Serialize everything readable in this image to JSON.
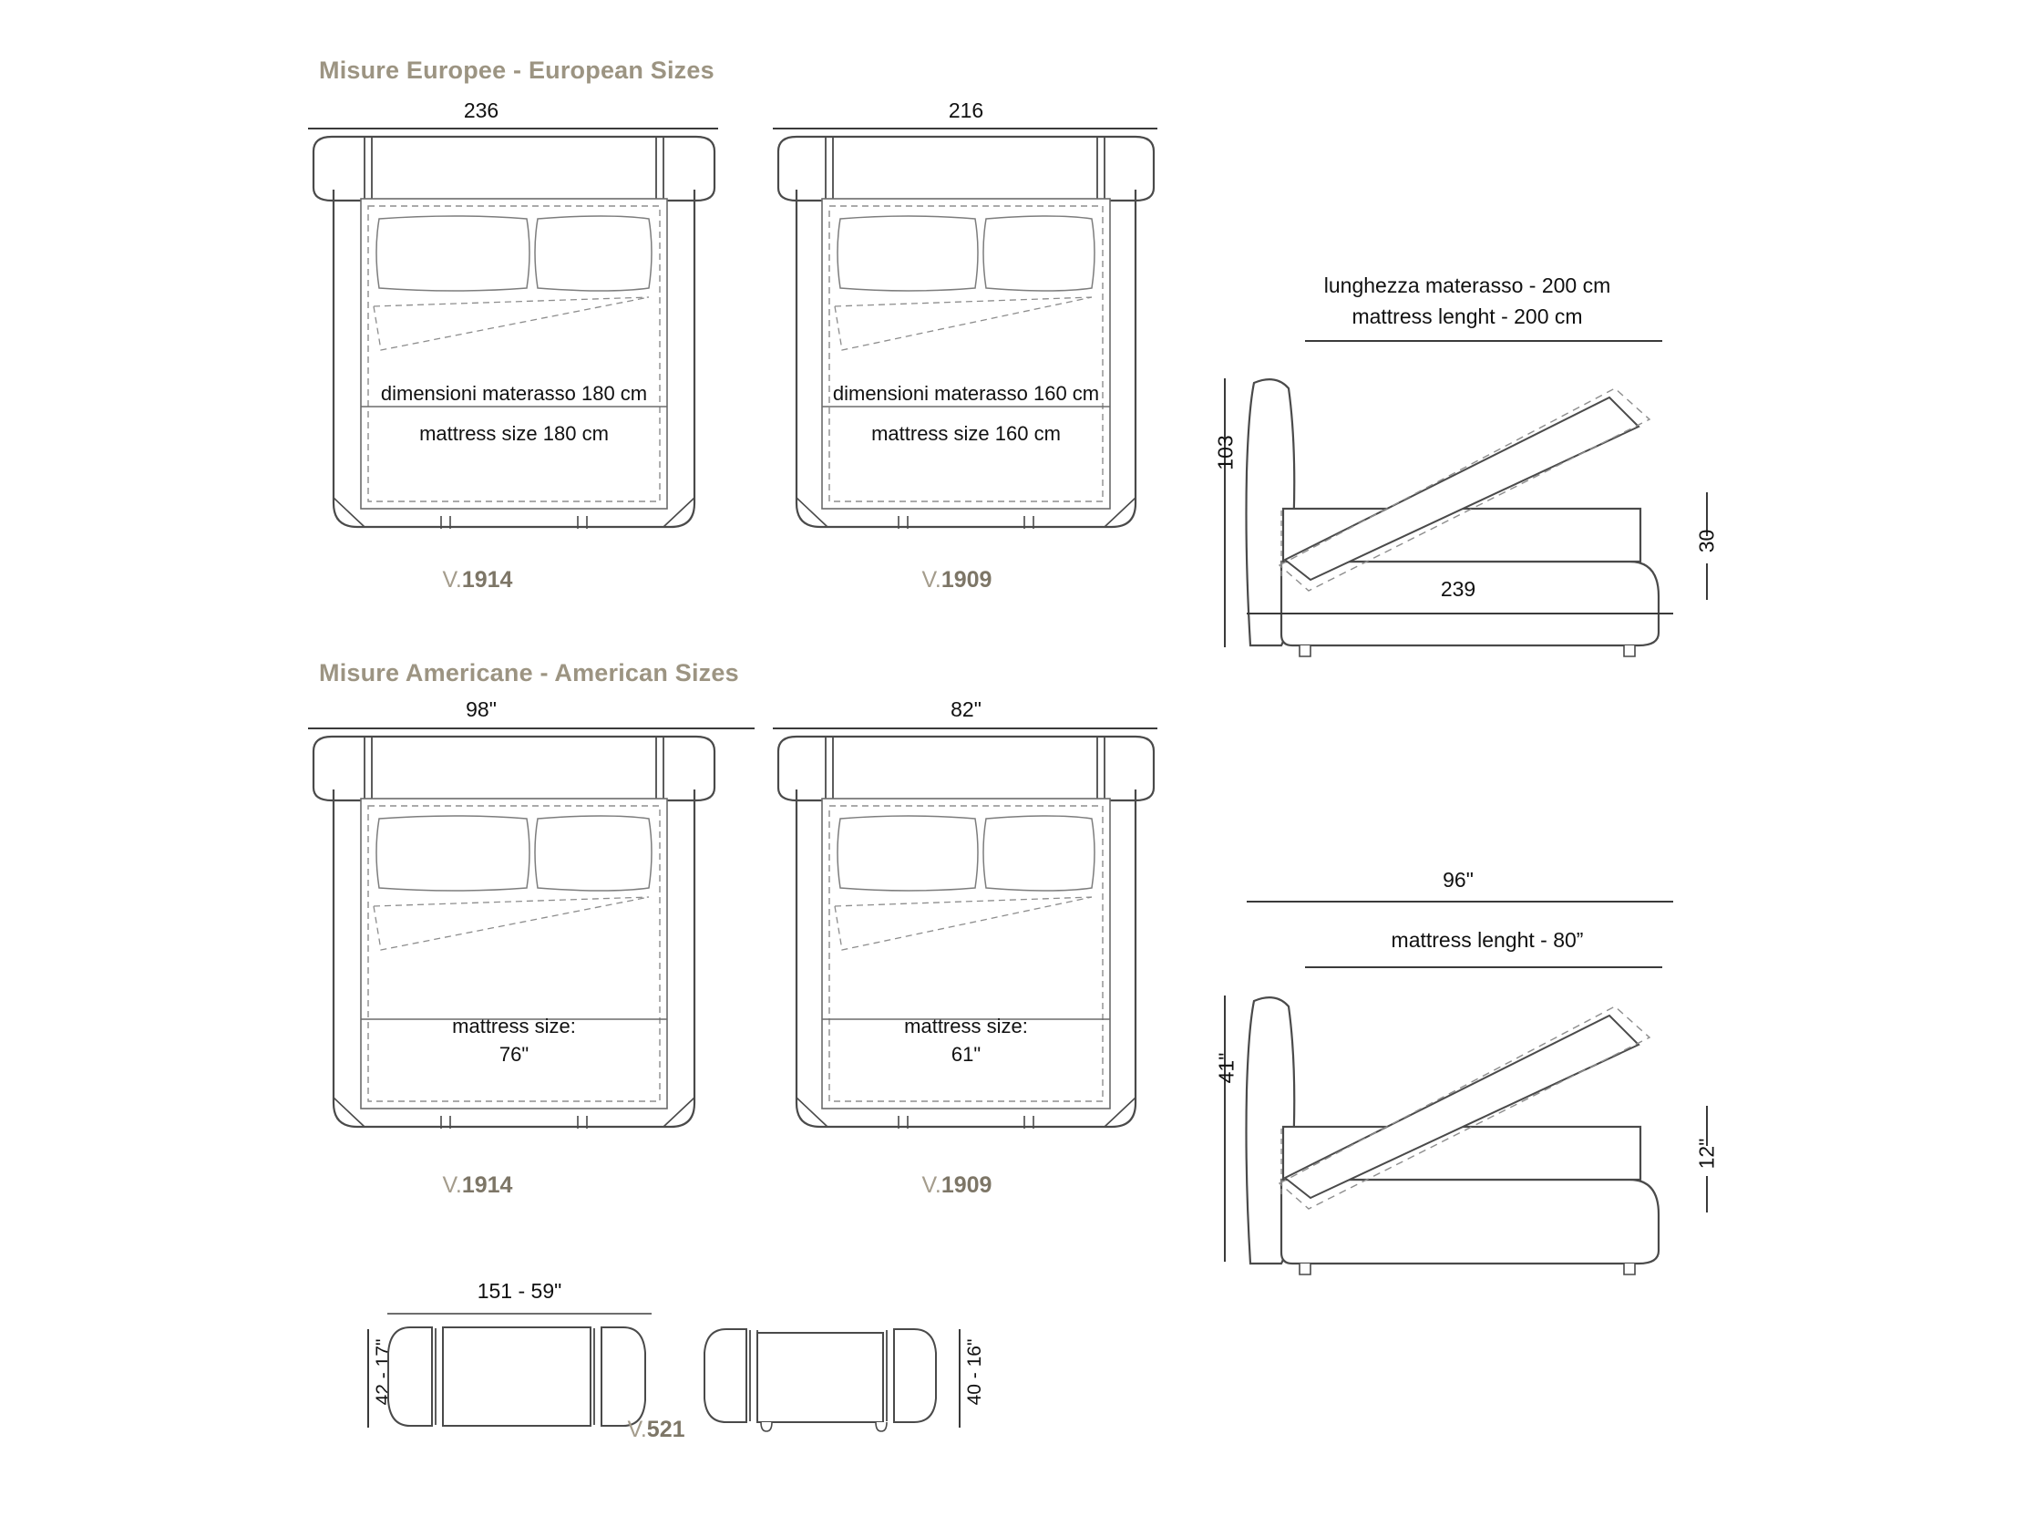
{
  "sections": {
    "european": {
      "heading": "Misure Europee - European Sizes",
      "beds": [
        {
          "width_dim": "236",
          "mattress_it": "dimensioni materasso  180 cm",
          "mattress_en": "mattress size 180 cm",
          "code_prefix": "V.",
          "code_number": "1914"
        },
        {
          "width_dim": "216",
          "mattress_it": "dimensioni materasso  160 cm",
          "mattress_en": "mattress size 160 cm",
          "code_prefix": "V.",
          "code_number": "1909"
        }
      ],
      "side_view": {
        "top_label_it": "lunghezza materasso - 200 cm",
        "top_label_en": "mattress lenght  - 200 cm",
        "height_dim": "103",
        "base_height_dim": "30",
        "length_dim": "239"
      }
    },
    "american": {
      "heading": "Misure Americane - American Sizes",
      "beds": [
        {
          "width_dim": "98\"",
          "mattress_line1": "mattress size:",
          "mattress_line2": "76\"",
          "code_prefix": "V.",
          "code_number": "1914"
        },
        {
          "width_dim": "82\"",
          "mattress_line1": "mattress size:",
          "mattress_line2": "61\"",
          "code_prefix": "V.",
          "code_number": "1909"
        }
      ],
      "side_view": {
        "overall_length_dim": "96\"",
        "mattress_length_label": "mattress lenght - 80”",
        "height_dim": "41\"",
        "base_height_dim": "12\""
      }
    },
    "bench": {
      "width_dim": "151 - 59\"",
      "left_depth_dim": "42 - 17\"",
      "right_depth_dim": "40 - 16\"",
      "code_prefix": "V.",
      "code_number": "521"
    }
  },
  "colors": {
    "heading": "#9c9482",
    "code": "#8a8374",
    "outline": "#4a4a4a",
    "dashed": "#8d8d8d",
    "dimension": "#3a3a3a",
    "text": "#111111"
  }
}
